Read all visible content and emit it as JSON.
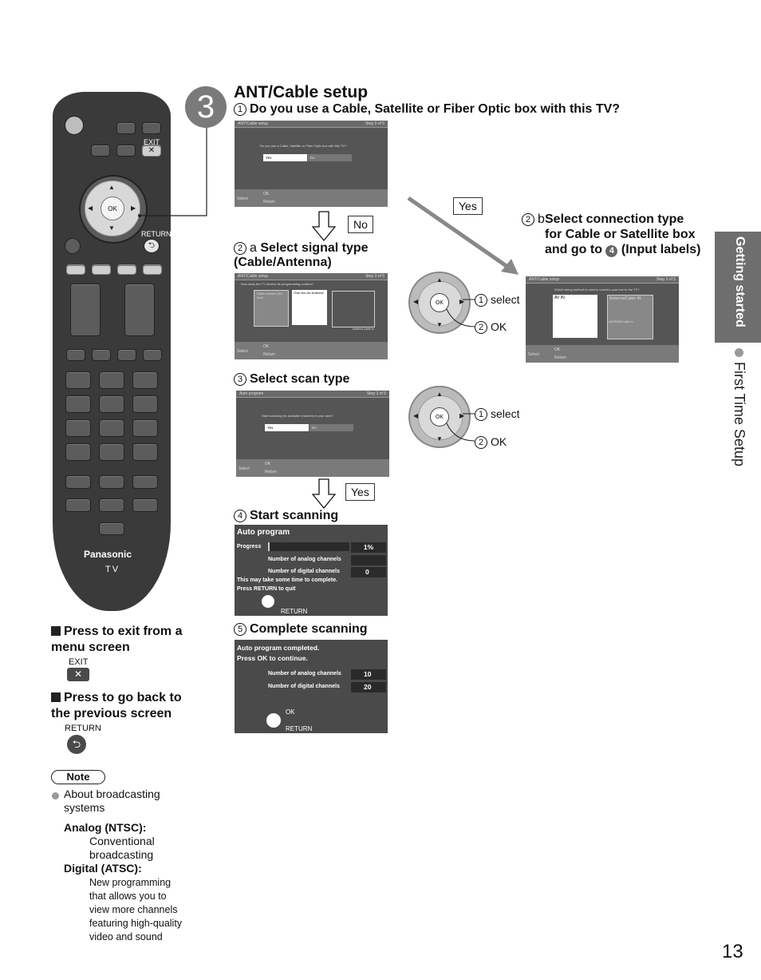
{
  "page_number": "13",
  "step_number": "3",
  "title": "ANT/Cable setup",
  "q1": "Do you use a Cable, Satellite or Fiber Optic box with this TV?",
  "q1_num": "1",
  "screen1": {
    "title": "ANT/Cable setup",
    "step": "Step 2 of 5",
    "question": "Do you use a Cable, Satellite or Fiber Optic box with this TV?",
    "opt_yes": "Yes",
    "opt_no": "No",
    "select": "Select",
    "ok": "OK",
    "return": "Return"
  },
  "label_no": "No",
  "label_yes1": "Yes",
  "label_yes2": "Yes",
  "s2a_num": "2",
  "s2a_letter": "a",
  "s2a_title": "Select signal type (Cable/Antenna)",
  "screen2": {
    "title": "ANT/Cable setup",
    "step": "Step 3 of 5",
    "question": "How does the TV receive its programming content?",
    "opt1": "Cable service (No box)",
    "opt2": "Over-the-Air Antenna",
    "ant_label": "Antenna Cable In",
    "select": "Select",
    "ok": "OK",
    "return": "Return"
  },
  "s2b_num": "2",
  "s2b_letter": "b",
  "s2b_title_a": "Select connection type for Cable or Satellite box and go to",
  "s2b_ref": "4",
  "s2b_title_b": "(Input labels)",
  "screen2b": {
    "title": "ANT/Cable setup",
    "step": "Step 3 of 5",
    "question": "Which wiring method is used to connect your box to the TV?",
    "opt1": "AV IN",
    "opt2": "Antenna/Cable IN",
    "ant": "ANTENNA Cable In",
    "select": "Select",
    "ok": "OK",
    "return": "Return"
  },
  "pad_labels": {
    "select": "select",
    "ok": "OK",
    "n1": "1",
    "n2": "2",
    "okbtn": "OK"
  },
  "s3_num": "3",
  "s3_title": "Select scan type",
  "screen3": {
    "title": "Auto program",
    "step": "Step 3 of 5",
    "question": "Start scanning for available channels in your area?",
    "opt_yes": "Yes",
    "opt_no": "No",
    "select": "Select",
    "ok": "OK",
    "return": "Return"
  },
  "s4_num": "4",
  "s4_title": "Start scanning",
  "screen4": {
    "title": "Auto program",
    "progress_label": "Progress",
    "progress_value": "1%",
    "progress": 0.01,
    "analog": "Number of analog channels",
    "digital": "Number of digital channels",
    "digital_value": "0",
    "note1": "This may take some time to complete.",
    "note2": "Press RETURN to quit",
    "return": "RETURN"
  },
  "s5_num": "5",
  "s5_title": "Complete scanning",
  "screen5": {
    "line1": "Auto program completed.",
    "line2": "Press OK to continue.",
    "analog": "Number of analog channels",
    "analog_value": "10",
    "digital": "Number of digital channels",
    "digital_value": "20",
    "ok": "OK",
    "return": "RETURN"
  },
  "remote": {
    "exit": "EXIT",
    "return": "RETURN",
    "brand": "Panasonic",
    "model": "TV",
    "ok": "OK"
  },
  "press_exit": "Press to exit from a menu screen",
  "exit_label": "EXIT",
  "press_return": "Press to go back to the previous screen",
  "return_label": "RETURN",
  "note": {
    "label": "Note",
    "bullet": "About broadcasting systems",
    "analog_term": "Analog (NTSC):",
    "analog_def": "Conventional broadcasting",
    "digital_term": "Digital (ATSC):",
    "digital_def": "New programming that allows you to view more channels featuring high-quality video and sound"
  },
  "side_tab": "Getting started",
  "side_sub": "First Time Setup"
}
